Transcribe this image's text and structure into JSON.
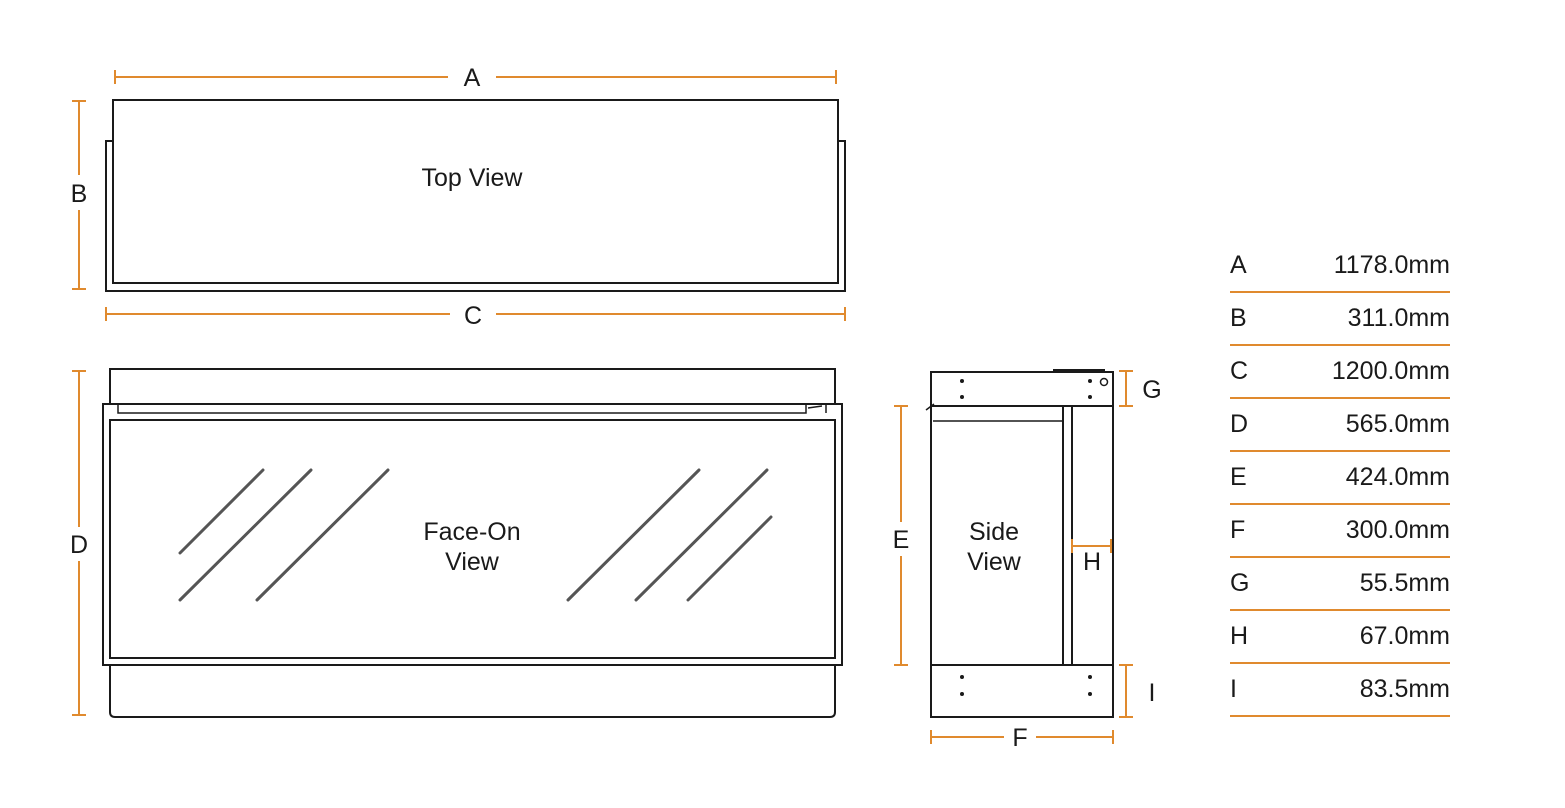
{
  "views": {
    "top": "Top View",
    "face_line1": "Face-On",
    "face_line2": "View",
    "side_line1": "Side",
    "side_line2": "View"
  },
  "dimension_labels": {
    "a": "A",
    "b": "B",
    "c": "C",
    "d": "D",
    "e": "E",
    "f": "F",
    "g": "G",
    "h": "H",
    "i": "I"
  },
  "table": [
    {
      "key": "A",
      "value": "1178.0mm"
    },
    {
      "key": "B",
      "value": "311.0mm"
    },
    {
      "key": "C",
      "value": "1200.0mm"
    },
    {
      "key": "D",
      "value": "565.0mm"
    },
    {
      "key": "E",
      "value": "424.0mm"
    },
    {
      "key": "F",
      "value": "300.0mm"
    },
    {
      "key": "G",
      "value": "55.5mm"
    },
    {
      "key": "H",
      "value": "67.0mm"
    },
    {
      "key": "I",
      "value": "83.5mm"
    }
  ],
  "colors": {
    "dimension_line": "#e08a2e",
    "outline": "#1a1a1a",
    "glass_reflection": "#555555"
  }
}
